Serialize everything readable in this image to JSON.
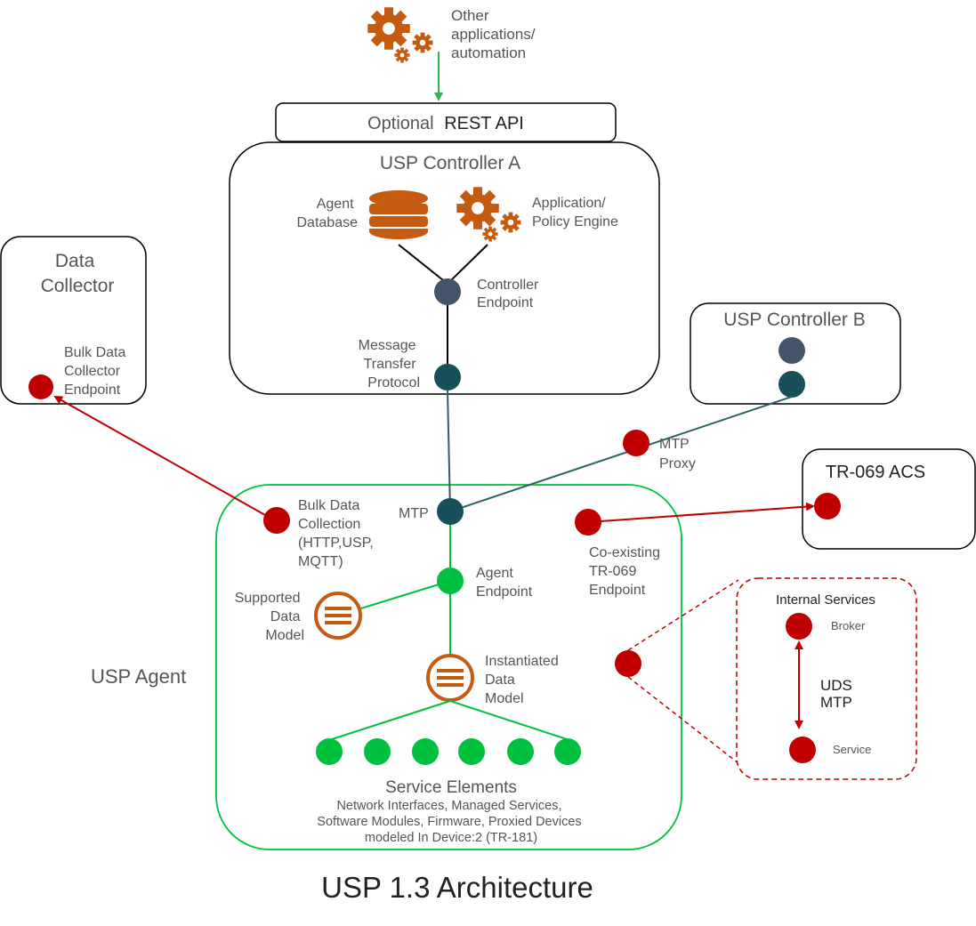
{
  "title": "USP 1.3 Architecture",
  "other_apps": {
    "lines": [
      "Other",
      "applications/",
      "automation"
    ]
  },
  "rest_api": {
    "prefix": "Optional",
    "emphasis": "REST API"
  },
  "controller_a": {
    "title": "USP Controller A",
    "agent_database": [
      "Agent",
      "Database"
    ],
    "policy_engine": [
      "Application/",
      "Policy Engine"
    ],
    "controller_endpoint": [
      "Controller",
      "Endpoint"
    ],
    "mtp": [
      "Message",
      "Transfer",
      "Protocol"
    ]
  },
  "data_collector": {
    "title": [
      "Data",
      "Collector"
    ],
    "endpoint": [
      "Bulk Data",
      "Collector",
      "Endpoint"
    ]
  },
  "controller_b": {
    "title": "USP Controller B"
  },
  "mtp_proxy": [
    "MTP",
    "Proxy"
  ],
  "tr069_acs": {
    "title": "TR-069 ACS"
  },
  "agent": {
    "title": "USP Agent",
    "bulk_data": [
      "Bulk Data",
      "Collection",
      "(HTTP,USP,",
      "MQTT)"
    ],
    "mtp_label": "MTP",
    "agent_endpoint": [
      "Agent",
      "Endpoint"
    ],
    "coexisting": [
      "Co-existing",
      "TR-069",
      "Endpoint"
    ],
    "supported_model": [
      "Supported",
      "Data",
      "Model"
    ],
    "instantiated_model": [
      "Instantiated",
      "Data",
      "Model"
    ],
    "service_elements": {
      "title": "Service Elements",
      "desc": [
        "Network Interfaces, Managed Services,",
        "Software Modules, Firmware, Proxied Devices",
        "modeled In Device:2 (TR-181)"
      ]
    }
  },
  "internal_services": {
    "title": "Internal Services",
    "broker": "Broker",
    "uds_mtp": [
      "UDS",
      "MTP"
    ],
    "service": "Service"
  },
  "colors": {
    "orange": "#c55a11",
    "red": "#c00000",
    "green": "#00c040",
    "teal": "#17505a",
    "slate": "#44546a",
    "arrow_green": "#2db84a"
  }
}
